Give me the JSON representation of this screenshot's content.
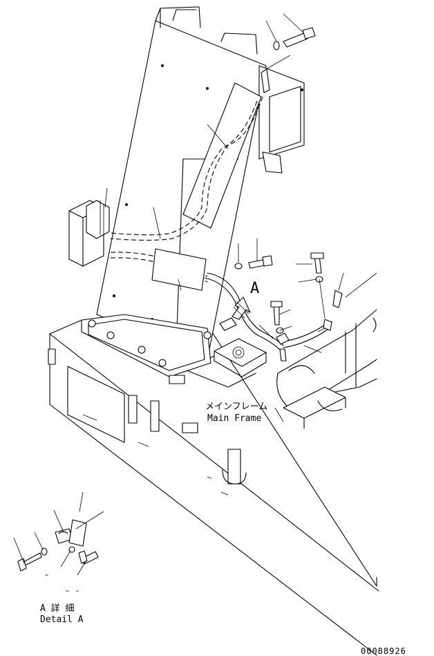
{
  "callout_A": "A",
  "main_frame": {
    "jp": "メインフレーム",
    "en": "Main Frame"
  },
  "detail": {
    "jp": "A 詳 細",
    "en": "Detail A"
  },
  "drawing_number": "00088926"
}
